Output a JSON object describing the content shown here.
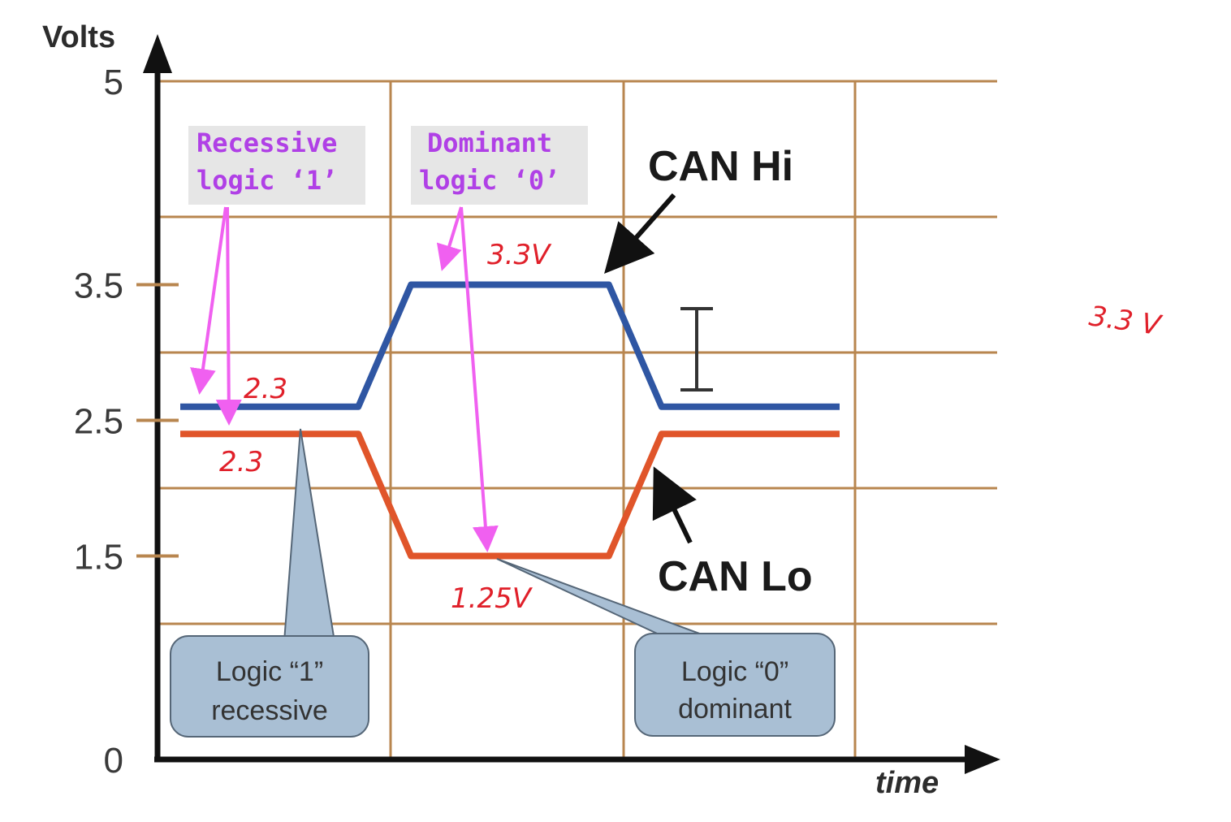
{
  "chart_data": {
    "type": "line",
    "ylabel": "Volts",
    "xlabel": "time",
    "yticks": [
      {
        "value": 0,
        "label": "0"
      },
      {
        "value": 1.5,
        "label": "1.5"
      },
      {
        "value": 2.5,
        "label": "2.5"
      },
      {
        "value": 3.5,
        "label": "3.5"
      },
      {
        "value": 5,
        "label": "5"
      }
    ],
    "ylim": [
      0,
      5
    ],
    "xlim": [
      0,
      10
    ],
    "grid": true,
    "series": [
      {
        "name": "CAN Hi",
        "color": "#2f56a3",
        "x": [
          0,
          2.7,
          3.5,
          6.5,
          7.3,
          10
        ],
        "y": [
          2.6,
          2.6,
          3.5,
          3.5,
          2.6,
          2.6
        ]
      },
      {
        "name": "CAN Lo",
        "color": "#e0552a",
        "x": [
          0,
          2.7,
          3.5,
          6.5,
          7.3,
          10
        ],
        "y": [
          2.4,
          2.4,
          1.5,
          1.5,
          2.4,
          2.4
        ]
      }
    ],
    "annotations": {
      "recessive_note": [
        "Recessive",
        "logic ‘1’"
      ],
      "dominant_note": [
        "Dominant",
        "logic ‘0’"
      ],
      "callout_recessive": [
        "Logic “1”",
        "recessive"
      ],
      "callout_dominant": [
        "Logic “0”",
        "dominant"
      ],
      "hand_hi_recessive": "2.3",
      "hand_lo_recessive": "2.3",
      "hand_hi_dominant": "3.3V",
      "hand_lo_dominant": "1.25V",
      "hand_margin": "3.3 V"
    }
  },
  "colors": {
    "grid": "#b8864f",
    "axis": "#111111",
    "note_box": "#e6e6e6",
    "callout_fill": "#a9bfd4",
    "pointer_pink": "#f060f0"
  }
}
